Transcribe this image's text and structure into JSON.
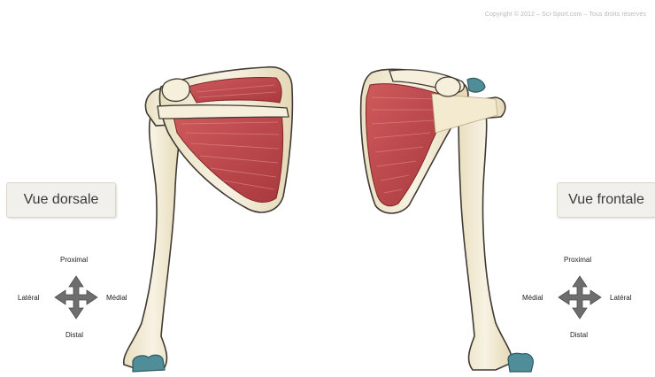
{
  "copyright": "Copyright © 2012 – Sci-Sport.com – Tous droits réservés",
  "views": {
    "left": "Vue dorsale",
    "right": "Vue frontale"
  },
  "compass_left": {
    "top": "Proximal",
    "left": "Latéral",
    "right": "Médial",
    "bottom": "Distal"
  },
  "compass_right": {
    "top": "Proximal",
    "left": "Médial",
    "right": "Latéral",
    "bottom": "Distal"
  },
  "colors": {
    "muscle": "#c0464a",
    "muscle_dark": "#9e2f33",
    "bone": "#f3ecd6",
    "bone_outline": "#3f3a33",
    "cartilage": "#4f8e99",
    "arrow": "#6e6e6e"
  }
}
